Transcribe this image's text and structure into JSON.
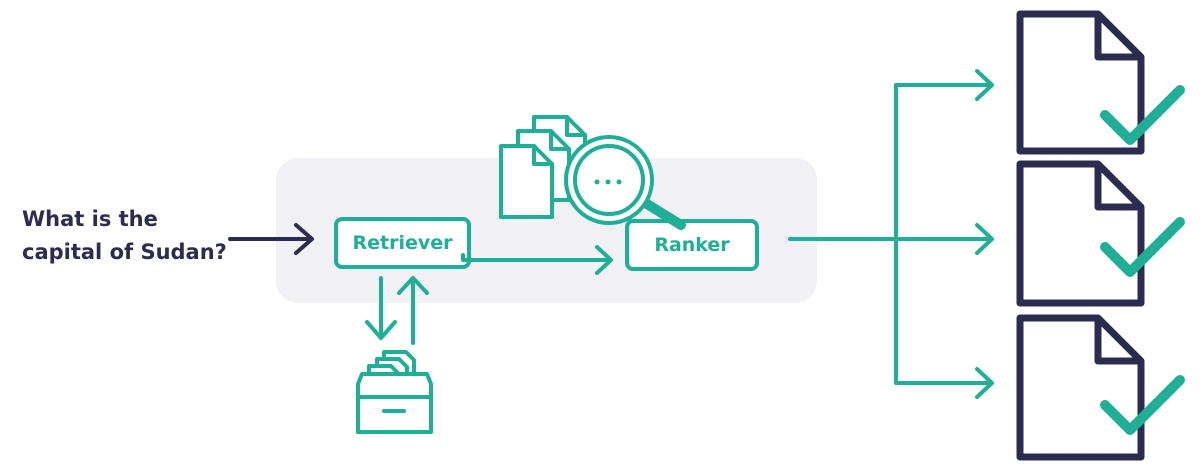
{
  "question": {
    "line1": "What is the",
    "line2": "capital of Sudan?"
  },
  "nodes": {
    "retriever": "Retriever",
    "ranker": "Ranker"
  },
  "icons": {
    "search": "magnifier-with-documents-icon",
    "database": "file-drawer-icon",
    "results": "document-check-icon"
  },
  "colors": {
    "accent": "#1fae96",
    "navy": "#2b2c4f",
    "panel": "#f1f1f5"
  }
}
